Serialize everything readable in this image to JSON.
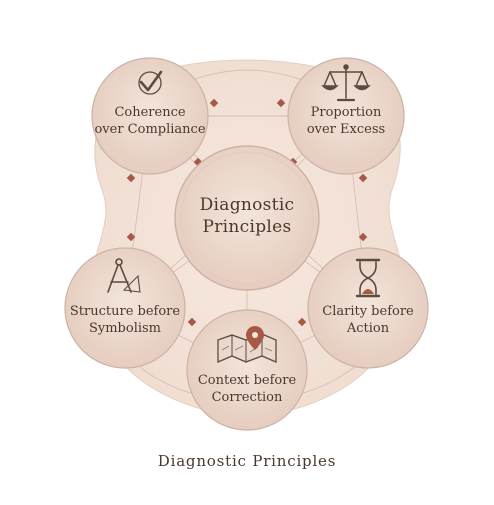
{
  "center": {
    "line1": "Diagnostic",
    "line2": "Principles"
  },
  "nodes": [
    {
      "line1": "Coherence",
      "line2": "over Compliance",
      "icon": "checkmark-icon"
    },
    {
      "line1": "Proportion",
      "line2": "over Excess",
      "icon": "balance-scale-icon"
    },
    {
      "line1": "Structure before",
      "line2": "Symbolism",
      "icon": "compass-icon"
    },
    {
      "line1": "Clarity before",
      "line2": "Action",
      "icon": "hourglass-icon"
    },
    {
      "line1": "Context before",
      "line2": "Correction",
      "icon": "map-pin-icon"
    }
  ],
  "caption": "Diagnostic Principles",
  "colors": {
    "background_shape": "#f2e2d8",
    "circle_fill": "#ecd8cc",
    "circle_stroke": "#cdb2a4",
    "text": "#4a3830",
    "accent": "#a65a45",
    "icon": "#5a4a42"
  }
}
